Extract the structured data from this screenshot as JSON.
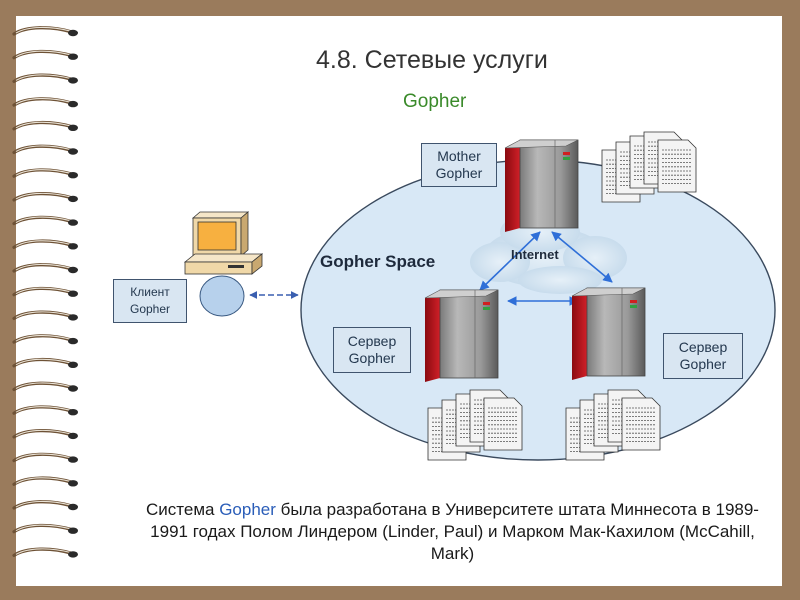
{
  "slide": {
    "title": "4.8. Сетевые услуги",
    "subtitle": "Gopher"
  },
  "diagram": {
    "mother": {
      "line1": "Mother",
      "line2": "Gopher"
    },
    "client": {
      "line1": "Клиент",
      "line2": "Gopher"
    },
    "server_left": {
      "line1": "Сервер",
      "line2": "Gopher"
    },
    "server_right": {
      "line1": "Сервер",
      "line2": "Gopher"
    },
    "space_label": "Gopher Space",
    "internet_label": "Internet"
  },
  "caption": {
    "part1": "Система ",
    "highlight": "Gopher",
    "part2": " была разработана в Университете штата Миннесота в 1989-1991 годах Полом Линдером (Linder, Paul) и Марком Мак-Кахилом (McCahill, Mark)"
  },
  "colors": {
    "background": "#9a7b5c",
    "highlight": "#2a5db8",
    "subtitle": "#3a8a2a",
    "ellipse": "#d8e8f6"
  }
}
